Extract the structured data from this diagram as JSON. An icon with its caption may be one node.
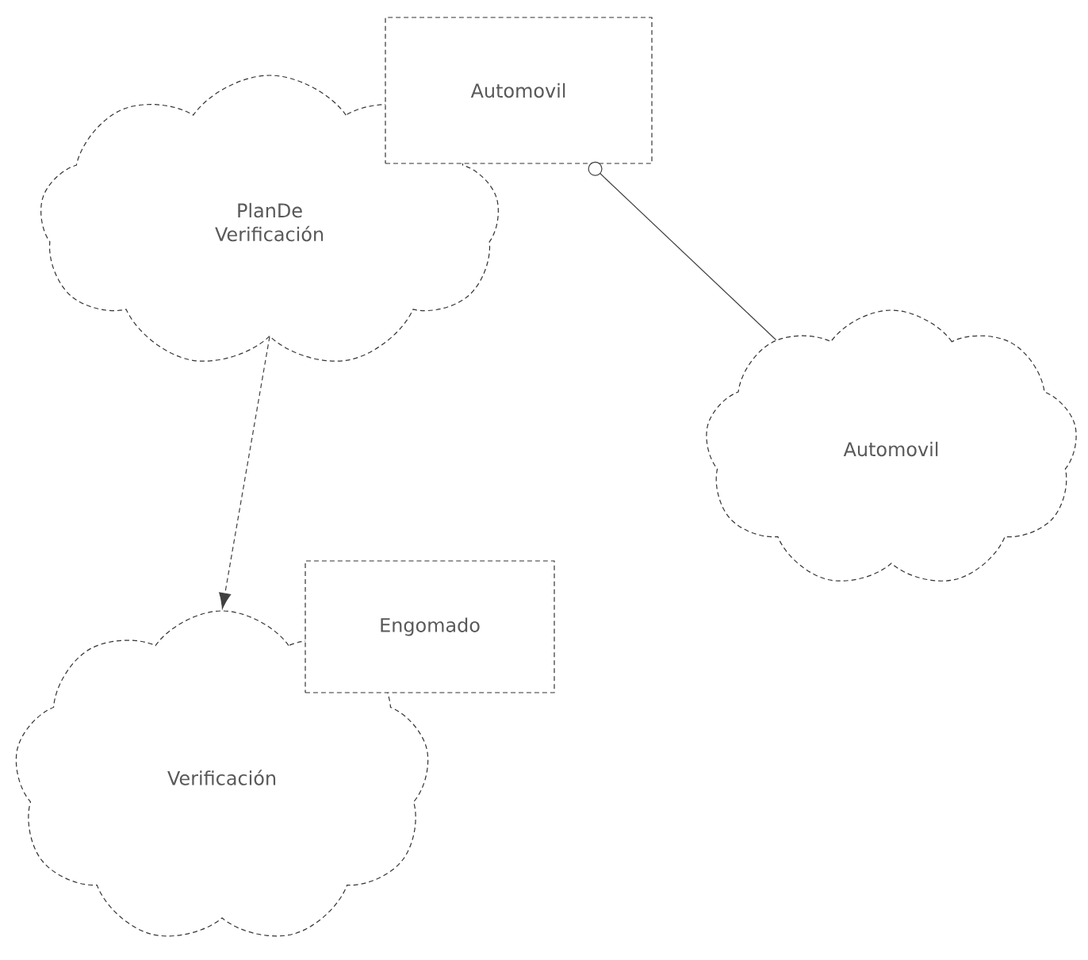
{
  "diagram": {
    "nodes": [
      {
        "text": [
          "PlanDe Verificación"
        ]
      },
      {
        "text": [
          "Automovil"
        ]
      },
      {
        "text": [
          "Automovil"
        ]
      },
      {
        "text": [
          "Verificación"
        ]
      },
      {
        "text": [
          "Engomado"
        ]
      }
    ],
    "edges": [
      {
        "from": 1,
        "to": 2,
        "arrow": "other"
      },
      {
        "from": 0,
        "to": 3,
        "arrow": "to",
        "style": "dashed"
      }
    ]
  }
}
